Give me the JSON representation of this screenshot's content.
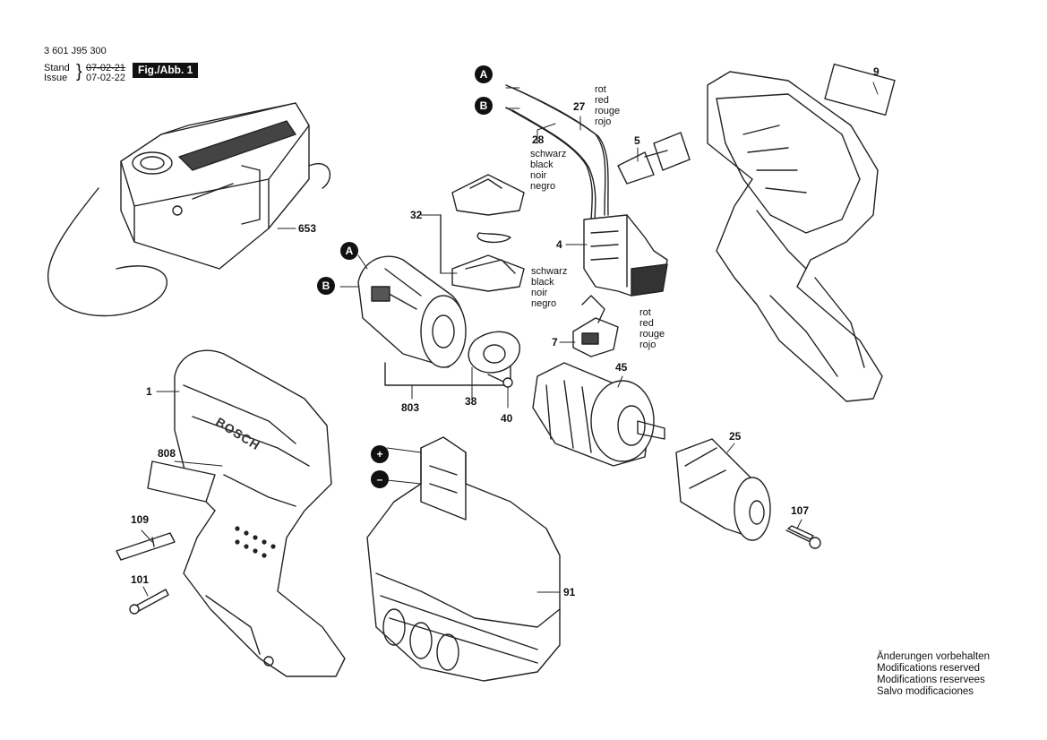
{
  "header": {
    "doc_number": "3 601 J95 300",
    "stand_label": "Stand",
    "issue_label": "Issue",
    "date_old": "07-02-21",
    "date_new": "07-02-22",
    "fig_label": "Fig./Abb. 1"
  },
  "parts": {
    "p1": "1",
    "p4": "4",
    "p5": "5",
    "p7": "7",
    "p9": "9",
    "p25": "25",
    "p27": "27",
    "p28": "28",
    "p32": "32",
    "p38": "38",
    "p40": "40",
    "p45": "45",
    "p91": "91",
    "p101": "101",
    "p107": "107",
    "p109": "109",
    "p653": "653",
    "p803": "803",
    "p808": "808"
  },
  "markers": {
    "a": "A",
    "b": "B",
    "plus": "+",
    "minus": "–"
  },
  "wire_red": [
    "rot",
    "red",
    "rouge",
    "rojo"
  ],
  "wire_black": [
    "schwarz",
    "black",
    "noir",
    "negro"
  ],
  "brand": "BOSCH",
  "notice": [
    "Änderungen vorbehalten",
    "Modifications reserved",
    "Modifications reservees",
    "Salvo modificaciones"
  ]
}
